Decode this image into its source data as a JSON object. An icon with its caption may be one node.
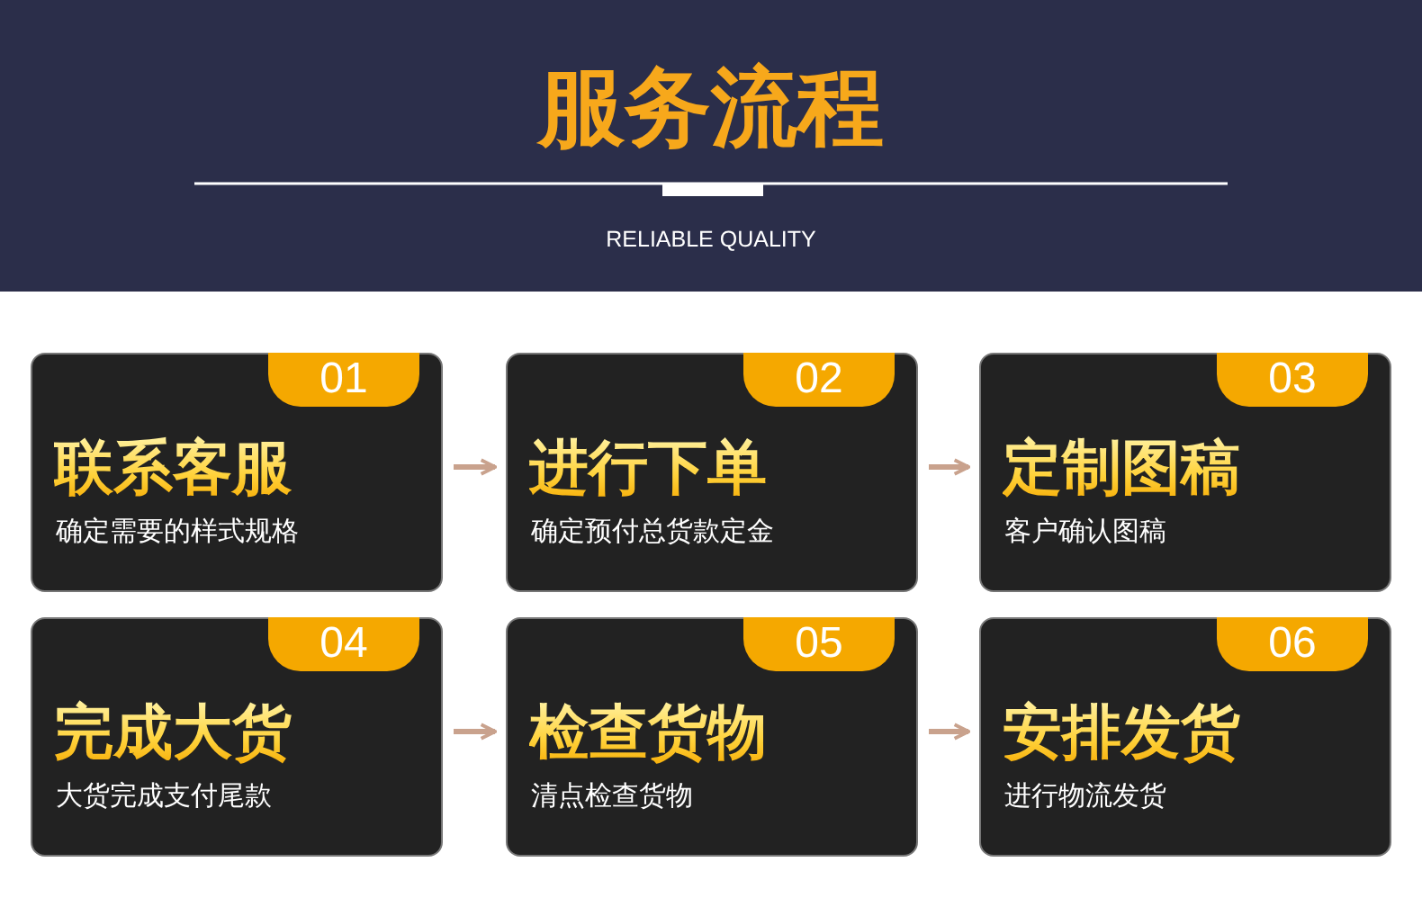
{
  "diagram": {
    "title": "服务流程",
    "nodes": [
      {
        "text": [
          "01",
          "联系客服",
          "确定需要的样式规格"
        ]
      },
      {
        "text": [
          "02",
          "进行下单",
          "确定预付总货款定金"
        ]
      },
      {
        "text": [
          "03",
          "定制图稿",
          "客户确认图稿"
        ]
      },
      {
        "text": [
          "04",
          "完成大货",
          "大货完成支付尾款"
        ]
      },
      {
        "text": [
          "05",
          "检查货物",
          "清点检查货物"
        ]
      },
      {
        "text": [
          "06",
          "安排发货",
          "进行物流发货"
        ]
      }
    ],
    "edges": [
      {
        "from": 0,
        "to": 1,
        "arrow": "to"
      },
      {
        "from": 1,
        "to": 2,
        "arrow": "to"
      },
      {
        "from": 3,
        "to": 4,
        "arrow": "to"
      },
      {
        "from": 4,
        "to": 5,
        "arrow": "to"
      }
    ],
    "labels": [
      "RELIABLE QUALITY"
    ]
  }
}
